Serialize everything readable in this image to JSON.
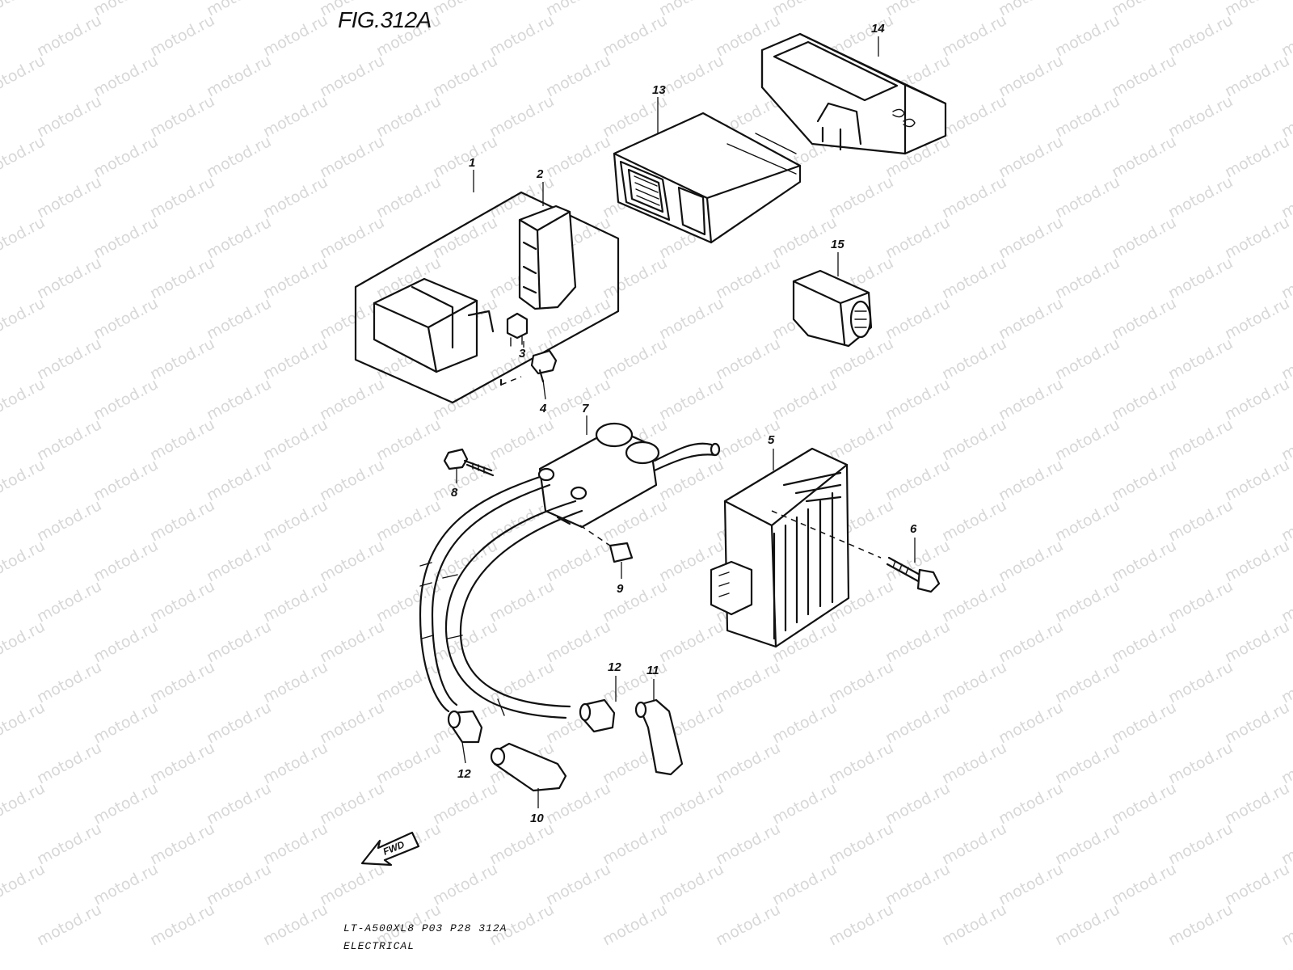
{
  "figure": {
    "title": "FIG.312A",
    "footer_model": "LT-A500XL8 P03 P28 312A",
    "footer_section": "ELECTRICAL",
    "fwd_label": "FWD",
    "watermark": "motod.ru"
  },
  "callouts": [
    "1",
    "2",
    "3",
    "4",
    "5",
    "6",
    "7",
    "8",
    "9",
    "10",
    "11",
    "12",
    "12",
    "13",
    "14",
    "15"
  ]
}
